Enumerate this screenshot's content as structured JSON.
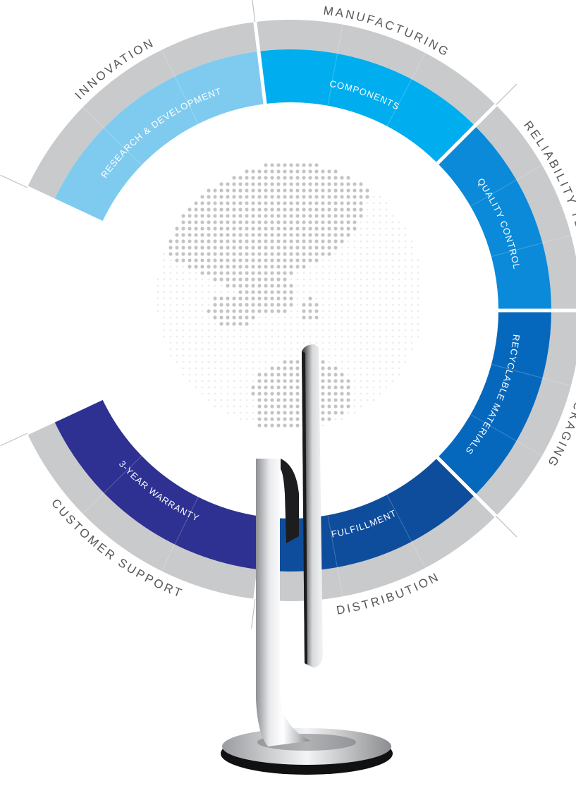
{
  "segments": [
    {
      "outer": "INNOVATION",
      "inner": "RESEARCH & DEVELOPMENT",
      "color": "#7fcbf0"
    },
    {
      "outer": "MANUFACTURING",
      "inner": "COMPONENTS",
      "color": "#00aeef"
    },
    {
      "outer": "RELIABILITY TESTING",
      "inner": "QUALITY CONTROL",
      "color": "#0a8ad8"
    },
    {
      "outer": "PACKAGING",
      "inner": "RECYCLABLE MATERIALS",
      "color": "#0668bd"
    },
    {
      "outer": "DISTRIBUTION",
      "inner": "FULFILLMENT",
      "color": "#0e4d9c"
    },
    {
      "outer": "CUSTOMER SUPPORT",
      "inner": "3-YEAR WARRANTY",
      "color": "#2e3191"
    }
  ],
  "colors": {
    "outer_ring": "#c9cacc",
    "divider": "#dfe0e2",
    "globe_dot": "#c4c4c4",
    "stand_dark": "#1d1d1f"
  }
}
